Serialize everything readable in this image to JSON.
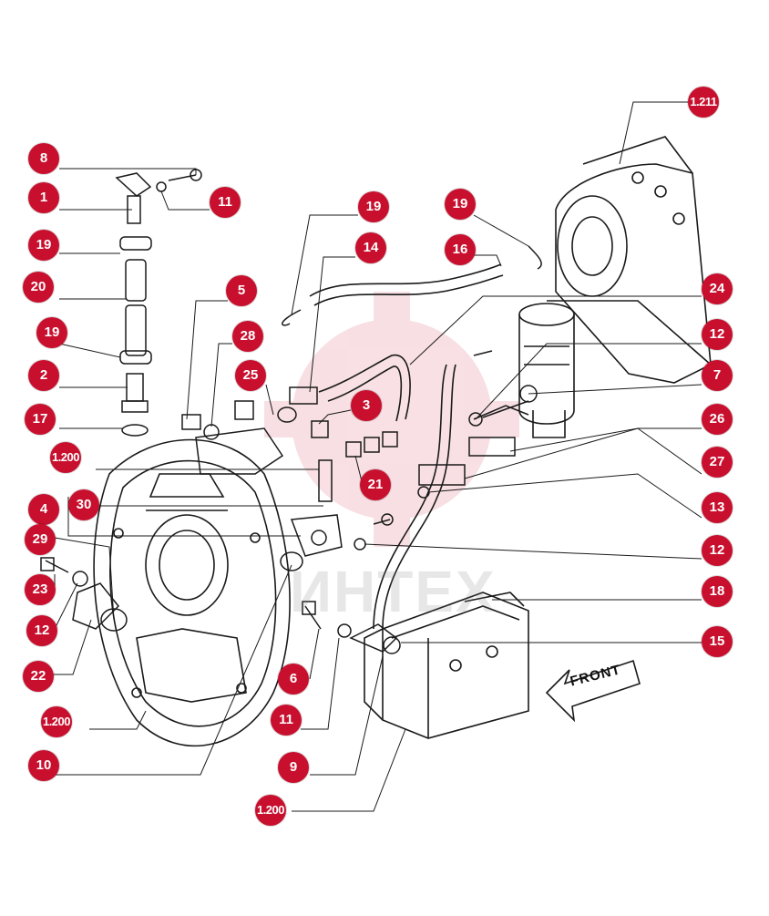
{
  "diagram": {
    "watermark": "ИНТЕХ",
    "front_label": "FRONT",
    "accent_color": "#c8102e",
    "line_color": "#1a1a1a",
    "callouts": [
      {
        "id": "c-1211",
        "label": "1.211"
      },
      {
        "id": "c-8",
        "label": "8"
      },
      {
        "id": "c-1",
        "label": "1"
      },
      {
        "id": "c-11a",
        "label": "11"
      },
      {
        "id": "c-19a",
        "label": "19"
      },
      {
        "id": "c-19b",
        "label": "19"
      },
      {
        "id": "c-19c",
        "label": "19"
      },
      {
        "id": "c-14",
        "label": "14"
      },
      {
        "id": "c-16",
        "label": "16"
      },
      {
        "id": "c-20",
        "label": "20"
      },
      {
        "id": "c-5",
        "label": "5"
      },
      {
        "id": "c-24",
        "label": "24"
      },
      {
        "id": "c-19d",
        "label": "19"
      },
      {
        "id": "c-28",
        "label": "28"
      },
      {
        "id": "c-12a",
        "label": "12"
      },
      {
        "id": "c-2",
        "label": "2"
      },
      {
        "id": "c-25",
        "label": "25"
      },
      {
        "id": "c-7",
        "label": "7"
      },
      {
        "id": "c-3",
        "label": "3"
      },
      {
        "id": "c-17",
        "label": "17"
      },
      {
        "id": "c-26",
        "label": "26"
      },
      {
        "id": "c-1200a",
        "label": "1.200"
      },
      {
        "id": "c-27",
        "label": "27"
      },
      {
        "id": "c-21",
        "label": "21"
      },
      {
        "id": "c-30",
        "label": "30"
      },
      {
        "id": "c-13",
        "label": "13"
      },
      {
        "id": "c-4",
        "label": "4"
      },
      {
        "id": "c-29",
        "label": "29"
      },
      {
        "id": "c-12b",
        "label": "12"
      },
      {
        "id": "c-23",
        "label": "23"
      },
      {
        "id": "c-18",
        "label": "18"
      },
      {
        "id": "c-12c",
        "label": "12"
      },
      {
        "id": "c-15",
        "label": "15"
      },
      {
        "id": "c-22",
        "label": "22"
      },
      {
        "id": "c-6",
        "label": "6"
      },
      {
        "id": "c-1200b",
        "label": "1.200"
      },
      {
        "id": "c-11b",
        "label": "11"
      },
      {
        "id": "c-10",
        "label": "10"
      },
      {
        "id": "c-9",
        "label": "9"
      },
      {
        "id": "c-1200c",
        "label": "1.200"
      }
    ]
  }
}
